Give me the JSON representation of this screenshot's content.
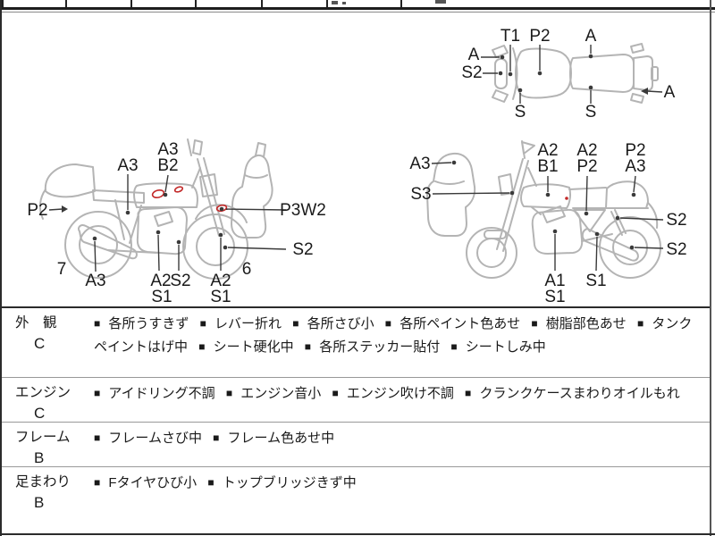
{
  "colors": {
    "ink": "#1a1a1a",
    "line_art": "#b4b4b4",
    "leader": "#3a3a3a",
    "defect_mark": "#c22828",
    "border_dark": "#2b2b2b",
    "divider": "#999999"
  },
  "diagrams": {
    "top_view": {
      "name": "motorcycle-top-view",
      "labels": [
        {
          "text": "A"
        },
        {
          "text": "S2"
        },
        {
          "text": "T1"
        },
        {
          "text": "P2"
        },
        {
          "text": "A"
        },
        {
          "text": "S"
        },
        {
          "text": "S"
        },
        {
          "text": "A"
        }
      ]
    },
    "right_side_view": {
      "name": "motorcycle-right-side-view",
      "labels": [
        {
          "text": "A3"
        },
        {
          "text": "A3"
        },
        {
          "text": "B2"
        },
        {
          "text": "P2"
        },
        {
          "text": "P3W2"
        },
        {
          "text": "S2"
        },
        {
          "text": "A3"
        },
        {
          "text": "A2"
        },
        {
          "text": "S2"
        },
        {
          "text": "S1"
        },
        {
          "text": "A2"
        },
        {
          "text": "S1"
        }
      ],
      "rear_wheel_number": "7",
      "front_wheel_number": "6"
    },
    "left_side_view": {
      "name": "motorcycle-left-side-view",
      "labels": [
        {
          "text": "A3"
        },
        {
          "text": "S3"
        },
        {
          "text": "A2"
        },
        {
          "text": "B1"
        },
        {
          "text": "A2"
        },
        {
          "text": "P2"
        },
        {
          "text": "P2"
        },
        {
          "text": "A3"
        },
        {
          "text": "S2"
        },
        {
          "text": "S2"
        },
        {
          "text": "A1"
        },
        {
          "text": "S1"
        },
        {
          "text": "S1"
        }
      ]
    }
  },
  "inspection_table": {
    "bullet": "■",
    "rows": [
      {
        "category": "外　観",
        "grade": "C",
        "items": [
          "各所うすきず",
          "レバー折れ",
          "各所さび小",
          "各所ペイント色あせ",
          "樹脂部色あせ",
          "タンクペイントはげ中",
          "シート硬化中",
          "各所ステッカー貼付",
          "シートしみ中"
        ]
      },
      {
        "category": "エンジン",
        "grade": "C",
        "items": [
          "アイドリング不調",
          "エンジン音小",
          "エンジン吹け不調",
          "クランクケースまわりオイルもれ"
        ]
      },
      {
        "category": "フレーム",
        "grade": "B",
        "items": [
          "フレームさび中",
          "フレーム色あせ中"
        ]
      },
      {
        "category": "足まわり",
        "grade": "B",
        "items": [
          "Fタイヤひび小",
          "トップブリッジきず中"
        ]
      }
    ]
  }
}
